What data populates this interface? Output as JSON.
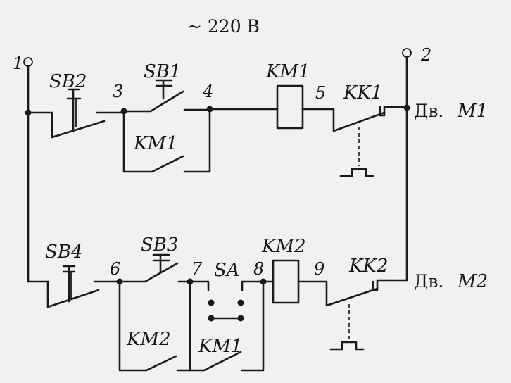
{
  "supply": "~ 220 В",
  "terminals": {
    "t1": "1",
    "t2": "2"
  },
  "nodes": {
    "n3": "3",
    "n4": "4",
    "n5": "5",
    "n6": "6",
    "n7": "7",
    "n8": "8",
    "n9": "9"
  },
  "labels": {
    "sb1": "SB1",
    "sb2": "SB2",
    "sb3": "SB3",
    "sb4": "SB4",
    "km1_coil": "KM1",
    "km1_contact": "KM1",
    "km1_contact2": "KM1",
    "km2_coil": "KM2",
    "km2_contact": "KM2",
    "kk1": "KK1",
    "kk2": "KK2",
    "sa": "SA"
  },
  "motors": {
    "m1_prefix": "Дв.",
    "m1_name": "M1",
    "m2_prefix": "Дв.",
    "m2_name": "M2"
  }
}
